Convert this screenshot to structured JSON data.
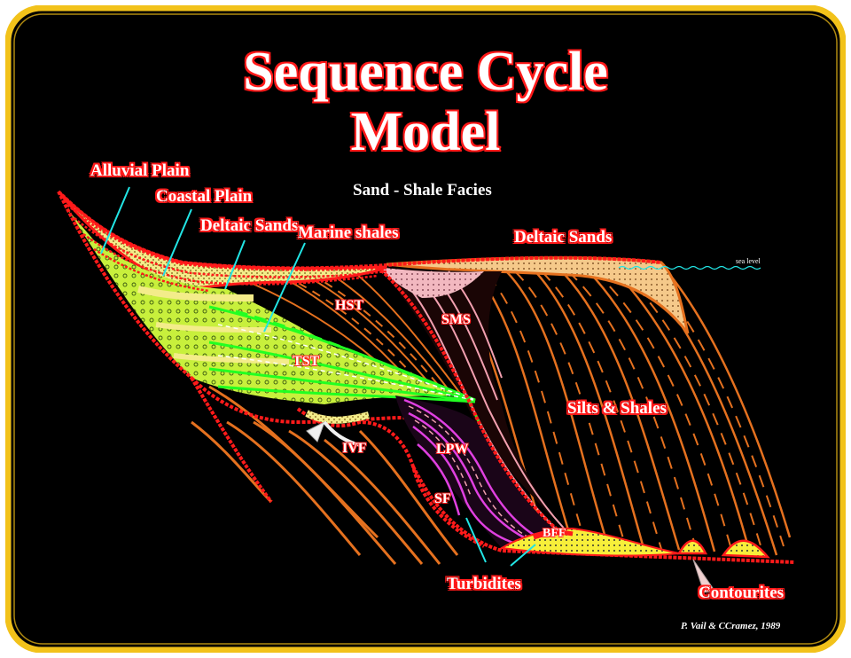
{
  "title_line1": "Sequence Cycle",
  "title_line2": "Model",
  "subtitle": "Sand - Shale Facies",
  "labels": {
    "alluvial_plain": "Alluvial Plain",
    "coastal_plain": "Coastal Plain",
    "deltaic_sands_left": "Deltaic Sands",
    "marine_shales": "Marine shales",
    "deltaic_sands_right": "Deltaic Sands",
    "hst": "HST",
    "sms": "SMS",
    "tst": "TST",
    "ivf": "IVF",
    "lpw": "LPW",
    "sf": "SF",
    "bff": "BFF",
    "silts_shales": "Silts & Shales",
    "turbidites": "Turbidites",
    "contourites": "Contourites",
    "sea_level": "sea level"
  },
  "credit": "P. Vail & CCramez, 1989",
  "colors": {
    "frame_gold": "#f2c21a",
    "background": "#000000",
    "title_outline": "#ff1a1a",
    "strata_orange": "#e5711f",
    "sand_yellow": "#f3ec8a",
    "lime_green": "#c8f03c",
    "bright_green": "#22ff22",
    "magenta": "#e040e0",
    "pink": "#f2a0b0",
    "red_boundary": "#ff1a1a",
    "leader_cyan": "#22e5e5"
  }
}
